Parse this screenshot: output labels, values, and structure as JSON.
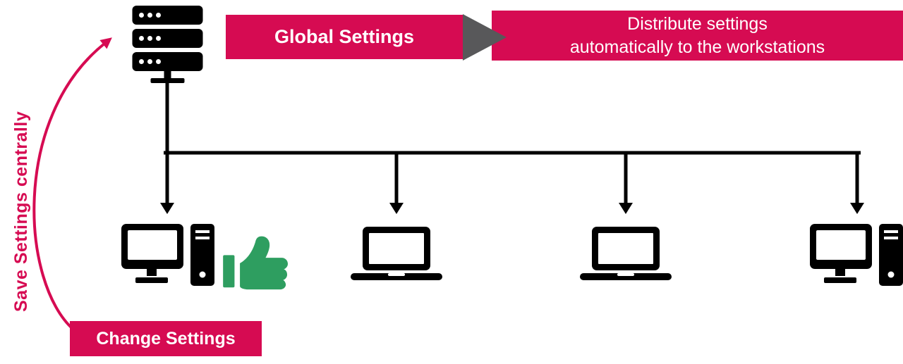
{
  "banners": {
    "global_settings": {
      "label": "Global Settings"
    },
    "distribute": {
      "line1": "Distribute settings",
      "line2": "automatically to the workstations"
    },
    "change_settings": {
      "label": "Change Settings"
    }
  },
  "side_label": {
    "text": "Save Settings centrally"
  },
  "colors": {
    "accent": "#D60B52",
    "arrow_gray": "#58585A",
    "thumb_green": "#2E9E60",
    "line_black": "#000000"
  },
  "icons": {
    "server": "server-icon",
    "workstation_left": "desktop-computer-icon",
    "approval": "thumbs-up-icon",
    "workstation_laptop_1": "laptop-icon",
    "workstation_laptop_2": "laptop-icon",
    "workstation_right": "desktop-computer-icon",
    "flow": "right-triangle-arrow-icon",
    "feedback": "curved-arrow-icon"
  }
}
